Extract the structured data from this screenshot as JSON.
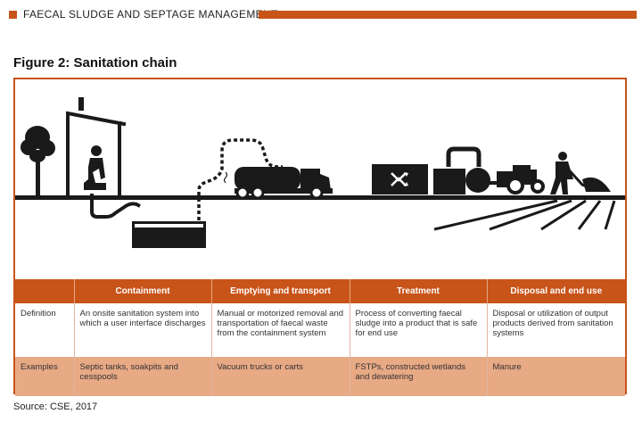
{
  "header": {
    "title": "FAECAL SLUDGE AND SEPTAGE MANAGEMENT"
  },
  "figure": {
    "title": "Figure 2: Sanitation chain"
  },
  "illustration": {
    "icons": [
      "tree-icon",
      "toilet-shelter-icon",
      "person-icon",
      "containment-tank-icon",
      "vacuum-truck-icon",
      "treatment-plant-icon",
      "tractor-icon",
      "farmer-icon",
      "field-icon"
    ]
  },
  "table": {
    "columns": [
      "",
      "Containment",
      "Emptying and transport",
      "Treatment",
      "Disposal and end use"
    ],
    "rows": [
      {
        "label": "Definition",
        "cells": [
          "An onsite sanitation system into which a user interface discharges",
          "Manual or motorized removal and transportation of faecal waste from the containment system",
          "Process of converting faecal sludge into a product that is safe for end use",
          "Disposal or utilization of output products derived from sanitation systems"
        ]
      },
      {
        "label": "Examples",
        "cells": [
          "Septic  tanks, soakpits and cesspools",
          "Vacuum trucks or carts",
          "FSTPs, constructed wetlands and dewatering",
          "Manure"
        ]
      }
    ]
  },
  "source": "Source: CSE, 2017",
  "colors": {
    "accent": "#c8541a",
    "row_shade": "#e8a985"
  }
}
